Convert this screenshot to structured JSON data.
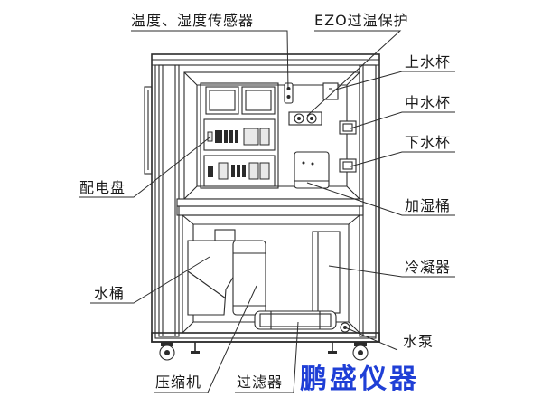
{
  "labels": {
    "temp_humidity_sensor": "温度、湿度传感器",
    "ezo_overtemp": "EZO过温保护",
    "upper_cup": "上水杯",
    "middle_cup": "中水杯",
    "lower_cup": "下水杯",
    "distribution_board": "配电盘",
    "humidifier_tank": "加湿桶",
    "condenser": "冷凝器",
    "water_bucket": "水桶",
    "water_pump": "水泵",
    "compressor": "压缩机",
    "filter": "过滤器"
  },
  "brand": {
    "text": "鹏盛仪器",
    "color": "#1f3fd6"
  }
}
